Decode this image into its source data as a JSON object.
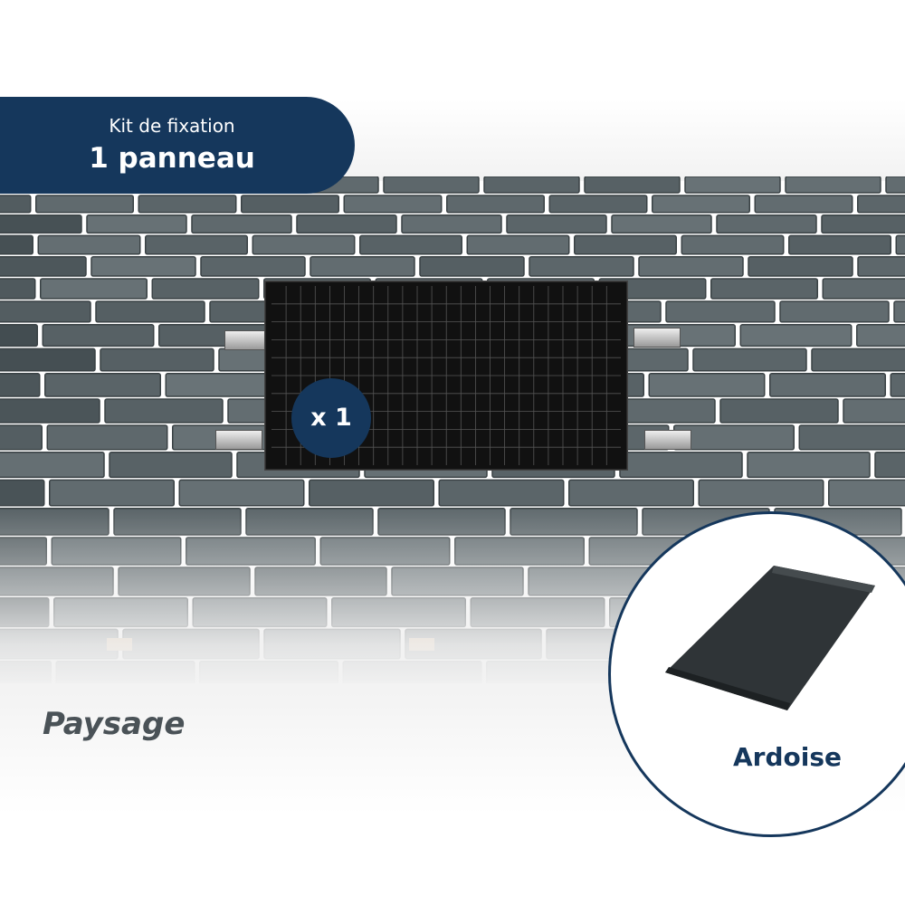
{
  "badge": {
    "line1": "Kit de fixation",
    "line2": "1 panneau"
  },
  "panel_count": "x 1",
  "orientation_label": "Paysage",
  "roof_material_label": "Ardoise",
  "colors": {
    "brand_navy": "#15375c",
    "tile_gray": "#5f6a6f",
    "label_gray": "#4a5257"
  }
}
